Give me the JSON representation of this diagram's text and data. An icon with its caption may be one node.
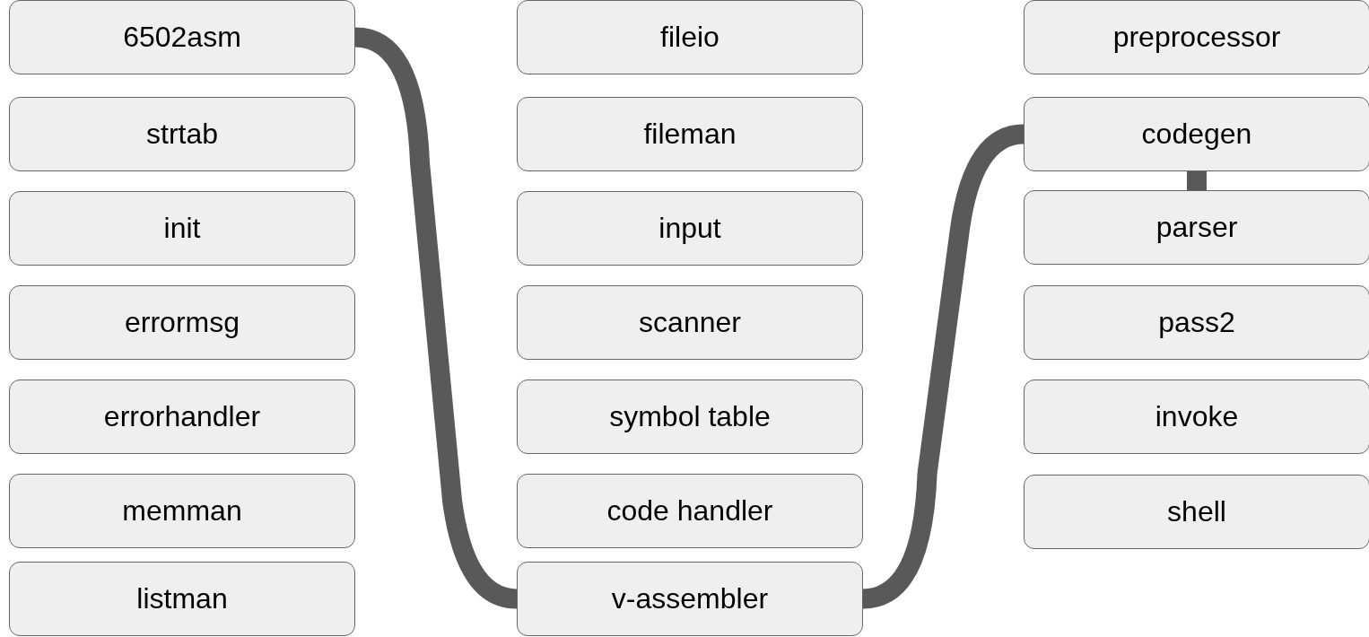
{
  "diagram": {
    "nodes": [
      {
        "text": [
          "6502asm"
        ]
      },
      {
        "text": [
          "strtab"
        ]
      },
      {
        "text": [
          "init"
        ]
      },
      {
        "text": [
          "errormsg"
        ]
      },
      {
        "text": [
          "errorhandler"
        ]
      },
      {
        "text": [
          "memman"
        ]
      },
      {
        "text": [
          "listman"
        ]
      },
      {
        "text": [
          "fileio"
        ]
      },
      {
        "text": [
          "fileman"
        ]
      },
      {
        "text": [
          "input"
        ]
      },
      {
        "text": [
          "scanner"
        ]
      },
      {
        "text": [
          "symbol table"
        ]
      },
      {
        "text": [
          "code handler"
        ]
      },
      {
        "text": [
          "v-assembler"
        ]
      },
      {
        "text": [
          "preprocessor"
        ]
      },
      {
        "text": [
          "codegen"
        ]
      },
      {
        "text": [
          "parser"
        ]
      },
      {
        "text": [
          "pass2"
        ]
      },
      {
        "text": [
          "invoke"
        ]
      },
      {
        "text": [
          "shell"
        ]
      }
    ],
    "edges": [
      {
        "from": 0,
        "to": 13,
        "arrow": "none"
      },
      {
        "from": 13,
        "to": 15,
        "arrow": "none"
      },
      {
        "from": 15,
        "to": 16,
        "arrow": "none"
      }
    ]
  }
}
